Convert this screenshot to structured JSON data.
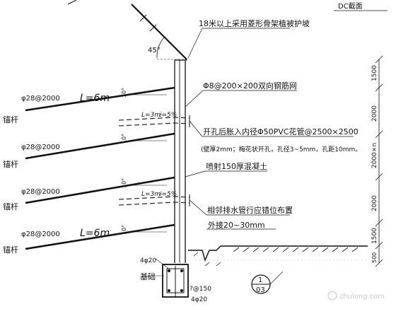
{
  "top_right_label": "DC截面",
  "slope": {
    "angle_label": "45°",
    "note_top": "18米以上采用菱形骨架植被护坡"
  },
  "anchors": [
    {
      "spec": "φ28@2000",
      "length": "L=6m",
      "name": "锚杆",
      "tilt": "10°"
    },
    {
      "spec": "φ28@2000",
      "length": "",
      "name": "锚杆",
      "tilt": "10°"
    },
    {
      "spec": "φ28@2000",
      "length": "",
      "name": "锚杆",
      "tilt": "10°"
    },
    {
      "spec": "φ28@2000",
      "length": "L=6m",
      "name": "锚杆",
      "tilt": "10°"
    }
  ],
  "drains": [
    {
      "length": "L=3m",
      "slope": "i=5%"
    },
    {
      "length": "L=3m",
      "slope": "i=5%"
    }
  ],
  "notes": {
    "mesh": "Φ8@200×200双向钢筋网",
    "drain_pipe": "开孔后胀入内径Φ50PVC花管@2500×2500",
    "drain_detail": "(壁厚2mm；梅花状开孔，孔径3~5mm，孔距10mm。",
    "shotcrete": "喷射150厚混凝土",
    "arrangement": "相邻排水管行应错位布置",
    "extension": "外接20~30mm"
  },
  "foundation": {
    "top_rebar": "4φ20",
    "label": "基础",
    "stirrup": "?@150",
    "bottom_rebar": "4φ20",
    "section_num": "1",
    "section_sheet": "03"
  },
  "dimensions": [
    "1500",
    "2000",
    "2000×n",
    "2000",
    "1500",
    "500"
  ],
  "watermark": "zhulong.com"
}
